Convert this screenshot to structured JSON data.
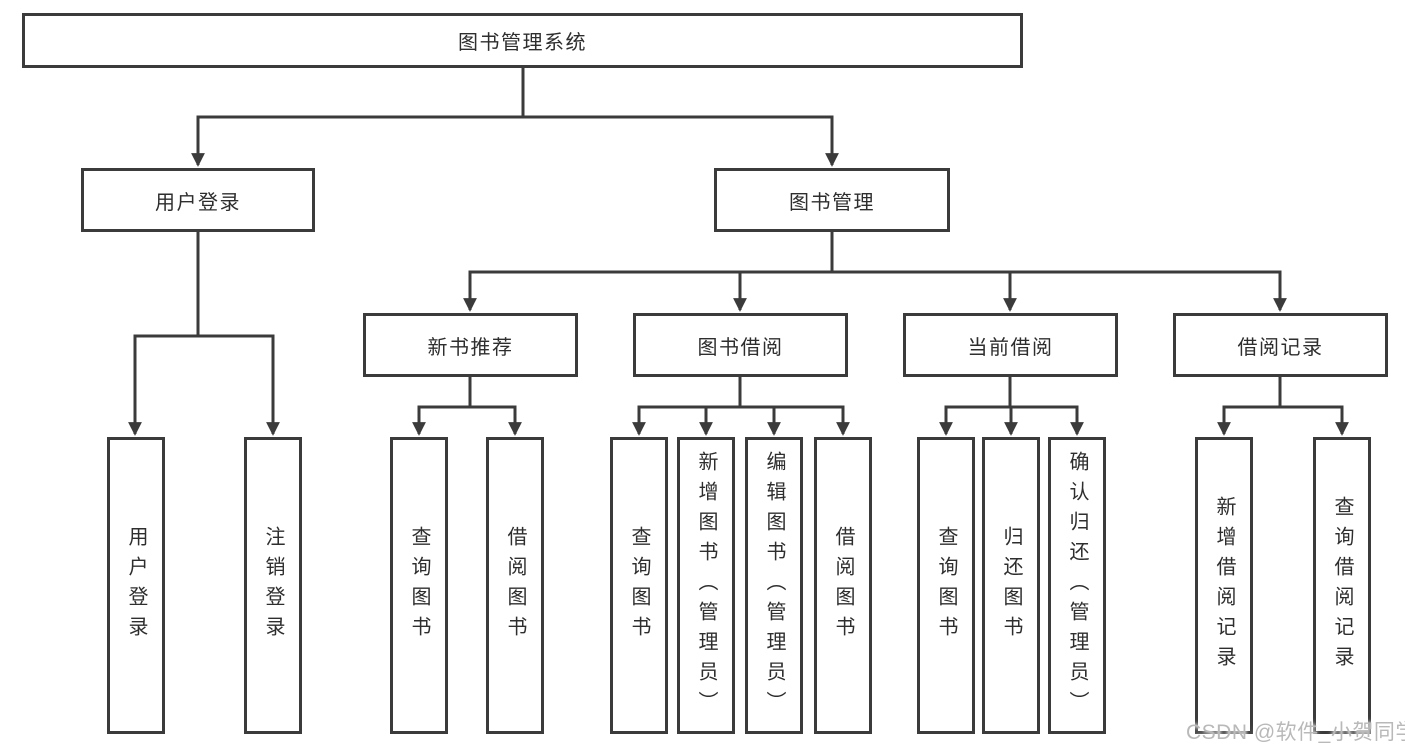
{
  "diagram": {
    "title": "图书管理系统",
    "root": {
      "label": "图书管理系统"
    },
    "branches": [
      {
        "label": "用户登录",
        "leaves": [
          "用户登录",
          "注销登录"
        ]
      },
      {
        "label": "图书管理",
        "children": [
          {
            "label": "新书推荐",
            "leaves": [
              "查询图书",
              "借阅图书"
            ]
          },
          {
            "label": "图书借阅",
            "leaves": [
              "查询图书",
              "新增图书（管理员）",
              "编辑图书（管理员）",
              "借阅图书"
            ]
          },
          {
            "label": "当前借阅",
            "leaves": [
              "查询图书",
              "归还图书",
              "确认归还（管理员）"
            ]
          },
          {
            "label": "借阅记录",
            "leaves": [
              "新增借阅记录",
              "查询借阅记录"
            ]
          }
        ]
      }
    ]
  },
  "watermark": {
    "text": "CSDN @软件_小贺同学"
  },
  "colors": {
    "line": "#3b3b3b",
    "text": "#2e2e2e",
    "background": "#ffffff",
    "watermark": "#b9b9b9"
  }
}
